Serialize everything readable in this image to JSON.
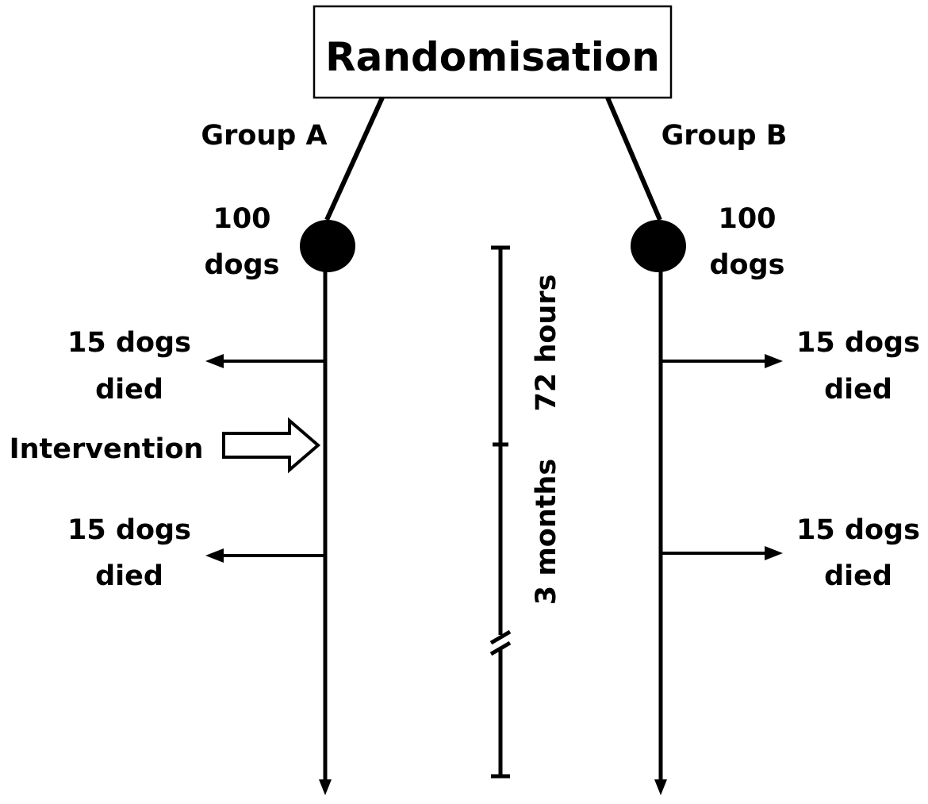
{
  "title": "Randomisation",
  "groups": [
    {
      "name": "Group A",
      "count_line1": "100",
      "count_line2": "dogs",
      "deaths": [
        {
          "line1": "15 dogs",
          "line2": "died"
        },
        {
          "line1": "15 dogs",
          "line2": "died"
        }
      ],
      "intervention": "Intervention"
    },
    {
      "name": "Group B",
      "count_line1": "100",
      "count_line2": "dogs",
      "deaths": [
        {
          "line1": "15 dogs",
          "line2": "died"
        },
        {
          "line1": "15 dogs",
          "line2": "died"
        }
      ]
    }
  ],
  "timeline": {
    "segment1": "72 hours",
    "segment2": "3 months"
  }
}
